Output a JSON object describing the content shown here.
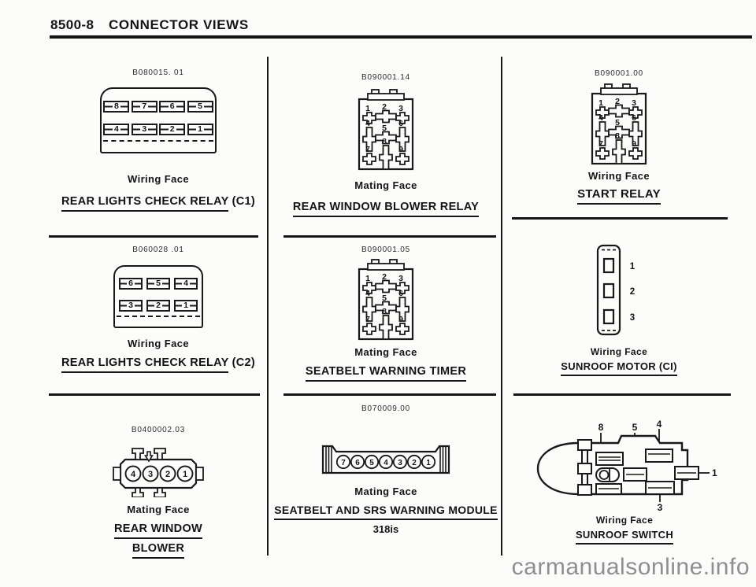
{
  "page": {
    "section": "8500-8",
    "title": "CONNECTOR VIEWS"
  },
  "watermark": "carmanualsonline.info",
  "cells": {
    "relay_c1": {
      "part": "B080015. 01",
      "face": "Wiring Face",
      "name": "REAR LIGHTS CHECK RELAY",
      "suffix": "(C1)",
      "pins_row1": [
        "8",
        "7",
        "6",
        "5"
      ],
      "pins_row2": [
        "4",
        "3",
        "2",
        "1"
      ]
    },
    "blower_relay": {
      "part": "B090001.14",
      "face": "Mating Face",
      "name": "REAR WINDOW BLOWER RELAY",
      "pins": [
        "1",
        "2",
        "3",
        "4",
        "5",
        "6",
        "7",
        "8",
        "9"
      ]
    },
    "start_relay": {
      "part": "B090001.00",
      "face": "Wiring Face",
      "name": "START RELAY",
      "pins": [
        "1",
        "2",
        "3",
        "4",
        "5",
        "6",
        "7",
        "8",
        "9"
      ]
    },
    "relay_c2": {
      "part": "B060028 .01",
      "face": "Wiring Face",
      "name": "REAR LIGHTS CHECK RELAY",
      "suffix": "(C2)",
      "pins_row1": [
        "6",
        "5",
        "4"
      ],
      "pins_row2": [
        "3",
        "2",
        "1"
      ]
    },
    "seatbelt_timer": {
      "part": "B090001.05",
      "face": "Mating Face",
      "name": "SEATBELT WARNING TIMER",
      "pins": [
        "1",
        "2",
        "3",
        "4",
        "5",
        "6",
        "7",
        "8",
        "9"
      ]
    },
    "sunroof_motor": {
      "face": "Wiring Face",
      "name": "SUNROOF MOTOR (CI)",
      "pins": [
        "1",
        "2",
        "3"
      ]
    },
    "rear_window_blower": {
      "part": "B0400002.03",
      "face": "Mating Face",
      "name_line1": "REAR WINDOW",
      "name_line2": "BLOWER",
      "pins": [
        "4",
        "3",
        "2",
        "1"
      ]
    },
    "srs_module": {
      "part": "B070009.00",
      "face": "Mating Face",
      "name": "SEATBELT AND SRS WARNING MODULE",
      "variant": "318is",
      "pins": [
        "7",
        "6",
        "5",
        "4",
        "3",
        "2",
        "1"
      ]
    },
    "sunroof_switch": {
      "face": "Wiring Face",
      "name": "SUNROOF SWITCH",
      "pins": [
        "8",
        "5",
        "4",
        "1",
        "3"
      ]
    }
  }
}
